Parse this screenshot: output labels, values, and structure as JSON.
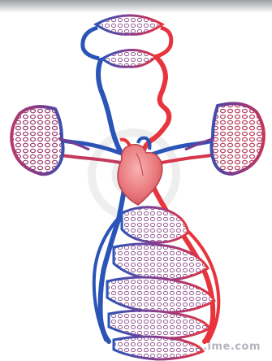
{
  "colors": {
    "background": "#ffffff",
    "arterial": "#e8343c",
    "venous": "#2b54b8",
    "capillary_mixed": "#8a3d8e",
    "heart": "#e9787c",
    "lobe_fill": "#f3eef2"
  },
  "parts": [
    "head-capillary-bed",
    "lung-capillary-bed-left",
    "lung-capillary-bed-right",
    "heart",
    "body-capillary-bed"
  ],
  "watermark": "...ime.com"
}
